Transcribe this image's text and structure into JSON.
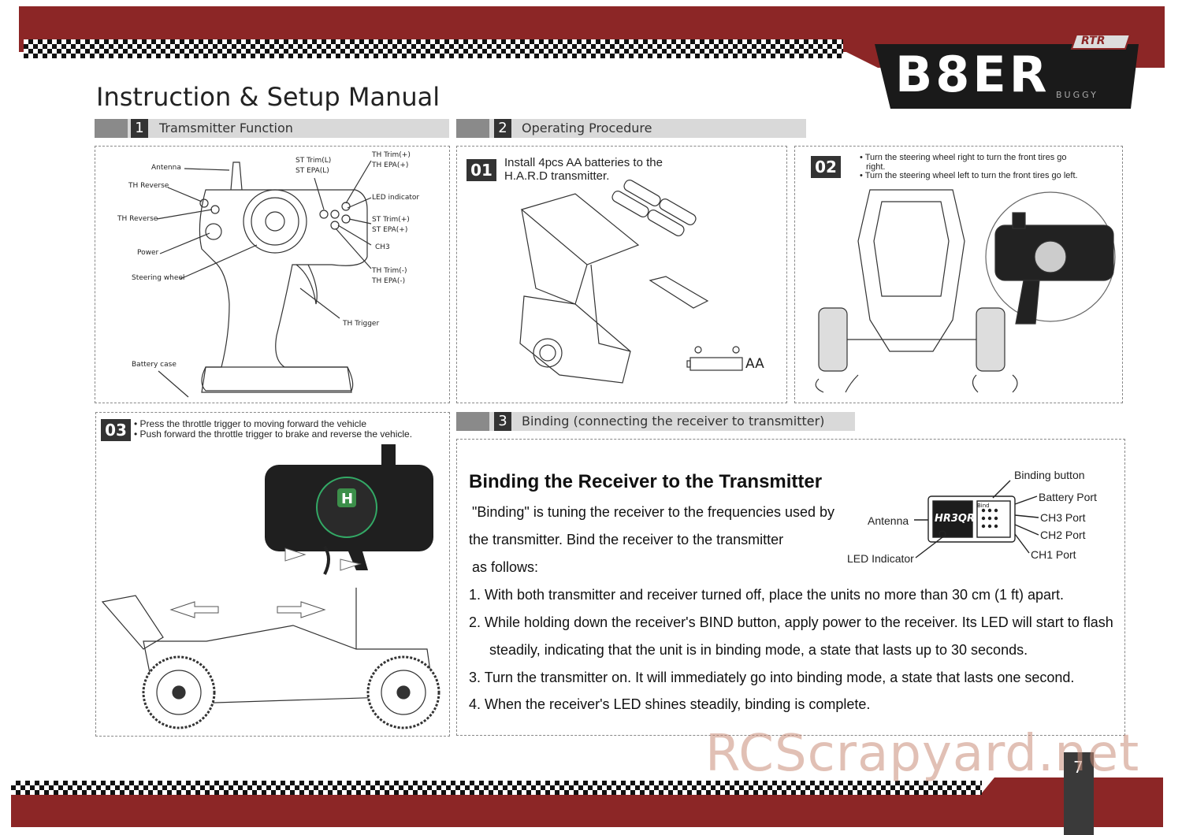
{
  "header": {
    "logo_text": "B8ER",
    "logo_badge": "RTR",
    "logo_sub": "BUGGY",
    "page_title": "Instruction & Setup Manual"
  },
  "sections": {
    "s1": {
      "num": "1",
      "label": "Tramsmitter Function"
    },
    "s2": {
      "num": "2",
      "label": "Operating Procedure"
    },
    "s3": {
      "num": "3",
      "label": "Binding (connecting the receiver to transmitter)"
    }
  },
  "transmitter_labels": {
    "antenna": "Antenna",
    "th_reverse_1": "TH Reverse",
    "th_reverse_2": "TH Reverse",
    "power": "Power",
    "steering_wheel": "Steering wheel",
    "battery_case": "Battery case",
    "st_trim_l": "ST Trim(L)",
    "st_epa_l": "ST EPA(L)",
    "th_trim_plus": "TH Trim(+)",
    "th_epa_plus": "TH EPA(+)",
    "led_indicator": "LED indicator",
    "st_trim_plus": "ST Trim(+)",
    "st_epa_plus": "ST EPA(+)",
    "ch3": "CH3",
    "th_trim_minus": "TH Trim(-)",
    "th_epa_minus": "TH EPA(-)",
    "th_trigger": "TH Trigger"
  },
  "step01": {
    "badge": "01",
    "line1": "Install 4pcs AA batteries to the",
    "line2": "H.A.R.D transmitter.",
    "battery_label": "AA"
  },
  "step02": {
    "badge": "02",
    "line1": "• Turn the steering wheel right to turn the front tires go",
    "line1b": "right.",
    "line2": "• Turn the steering wheel left to turn the front tires go left."
  },
  "step03": {
    "badge": "03",
    "line1": "• Press the throttle trigger to moving forward the vehicle",
    "line2": "• Push forward the throttle trigger to brake and reverse the vehicle."
  },
  "binding": {
    "title": "Binding the Receiver to the Transmitter",
    "intro1": "\"Binding\" is tuning the receiver to the frequencies used by",
    "intro2": "the transmitter. Bind the receiver to the transmitter",
    "intro3": "as follows:",
    "step1": "1.  With both transmitter and receiver turned off, place the units no more than 30 cm (1 ft) apart.",
    "step2a": "2.  While holding down the receiver's BIND button, apply power to the receiver. Its LED will start to flash",
    "step2b": "steadily, indicating that the unit is in binding mode, a state that lasts up to 30 seconds.",
    "step3": "3.  Turn the transmitter on. It will immediately go into binding mode, a state that lasts one second.",
    "step4": "4.  When the receiver's LED shines steadily, binding is complete.",
    "receiver_labels": {
      "binding_button": "Binding button",
      "battery_port": "Battery Port",
      "antenna": "Antenna",
      "ch3": "CH3 Port",
      "ch2": "CH2 Port",
      "ch1": "CH1 Port",
      "led": "LED Indicator",
      "model": "HR3QR",
      "bind": "Bind"
    }
  },
  "footer": {
    "page_number": "7",
    "watermark": "RCScrapyard.net"
  }
}
